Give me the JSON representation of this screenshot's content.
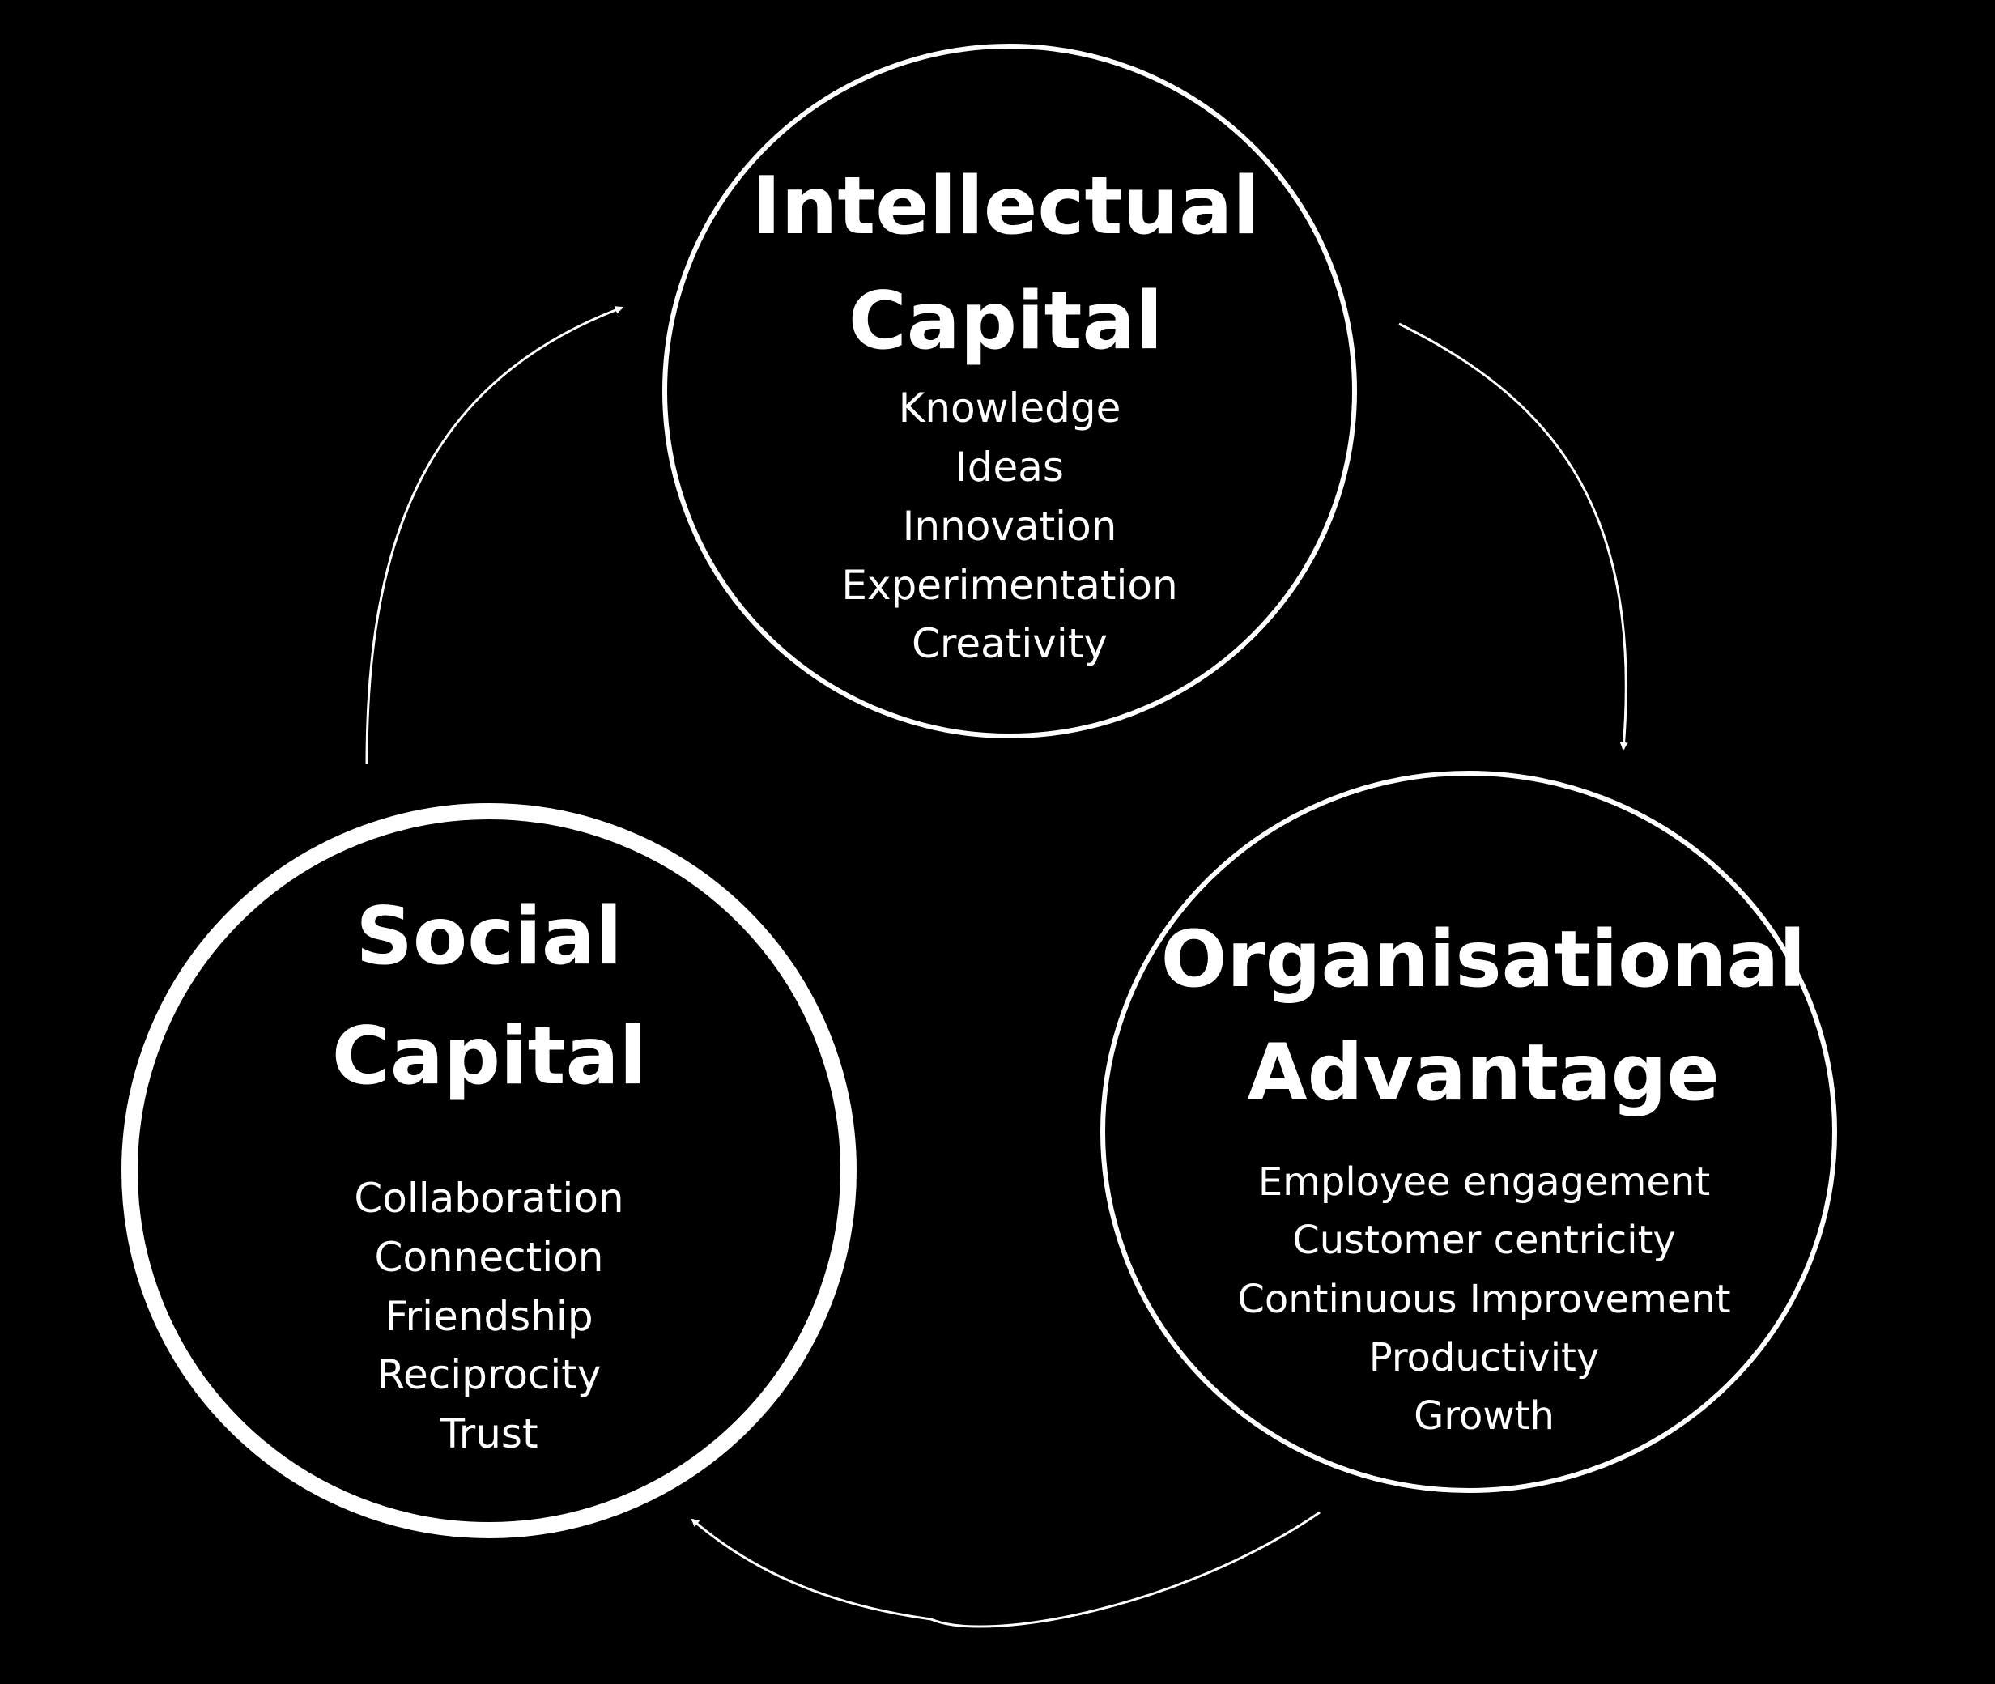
{
  "colors": {
    "background": "#000000",
    "foreground": "#ffffff"
  },
  "nodes": [
    {
      "id": "intellectual-capital",
      "title_lines": [
        "Intellectual",
        "Capital"
      ],
      "items": [
        "Knowledge",
        "Ideas",
        "Innovation",
        "Experimentation",
        "Creativity"
      ]
    },
    {
      "id": "organisational-advantage",
      "title_lines": [
        "Organisational",
        "Advantage"
      ],
      "items": [
        "Employee engagement",
        "Customer centricity",
        "Continuous Improvement",
        "Productivity",
        "Growth"
      ]
    },
    {
      "id": "social-capital",
      "title_lines": [
        "Social",
        "Capital"
      ],
      "items": [
        "Collaboration",
        "Connection",
        "Friendship",
        "Reciprocity",
        "Trust"
      ]
    }
  ],
  "cycle": [
    {
      "from": "intellectual-capital",
      "to": "organisational-advantage"
    },
    {
      "from": "organisational-advantage",
      "to": "social-capital"
    },
    {
      "from": "social-capital",
      "to": "intellectual-capital"
    }
  ]
}
